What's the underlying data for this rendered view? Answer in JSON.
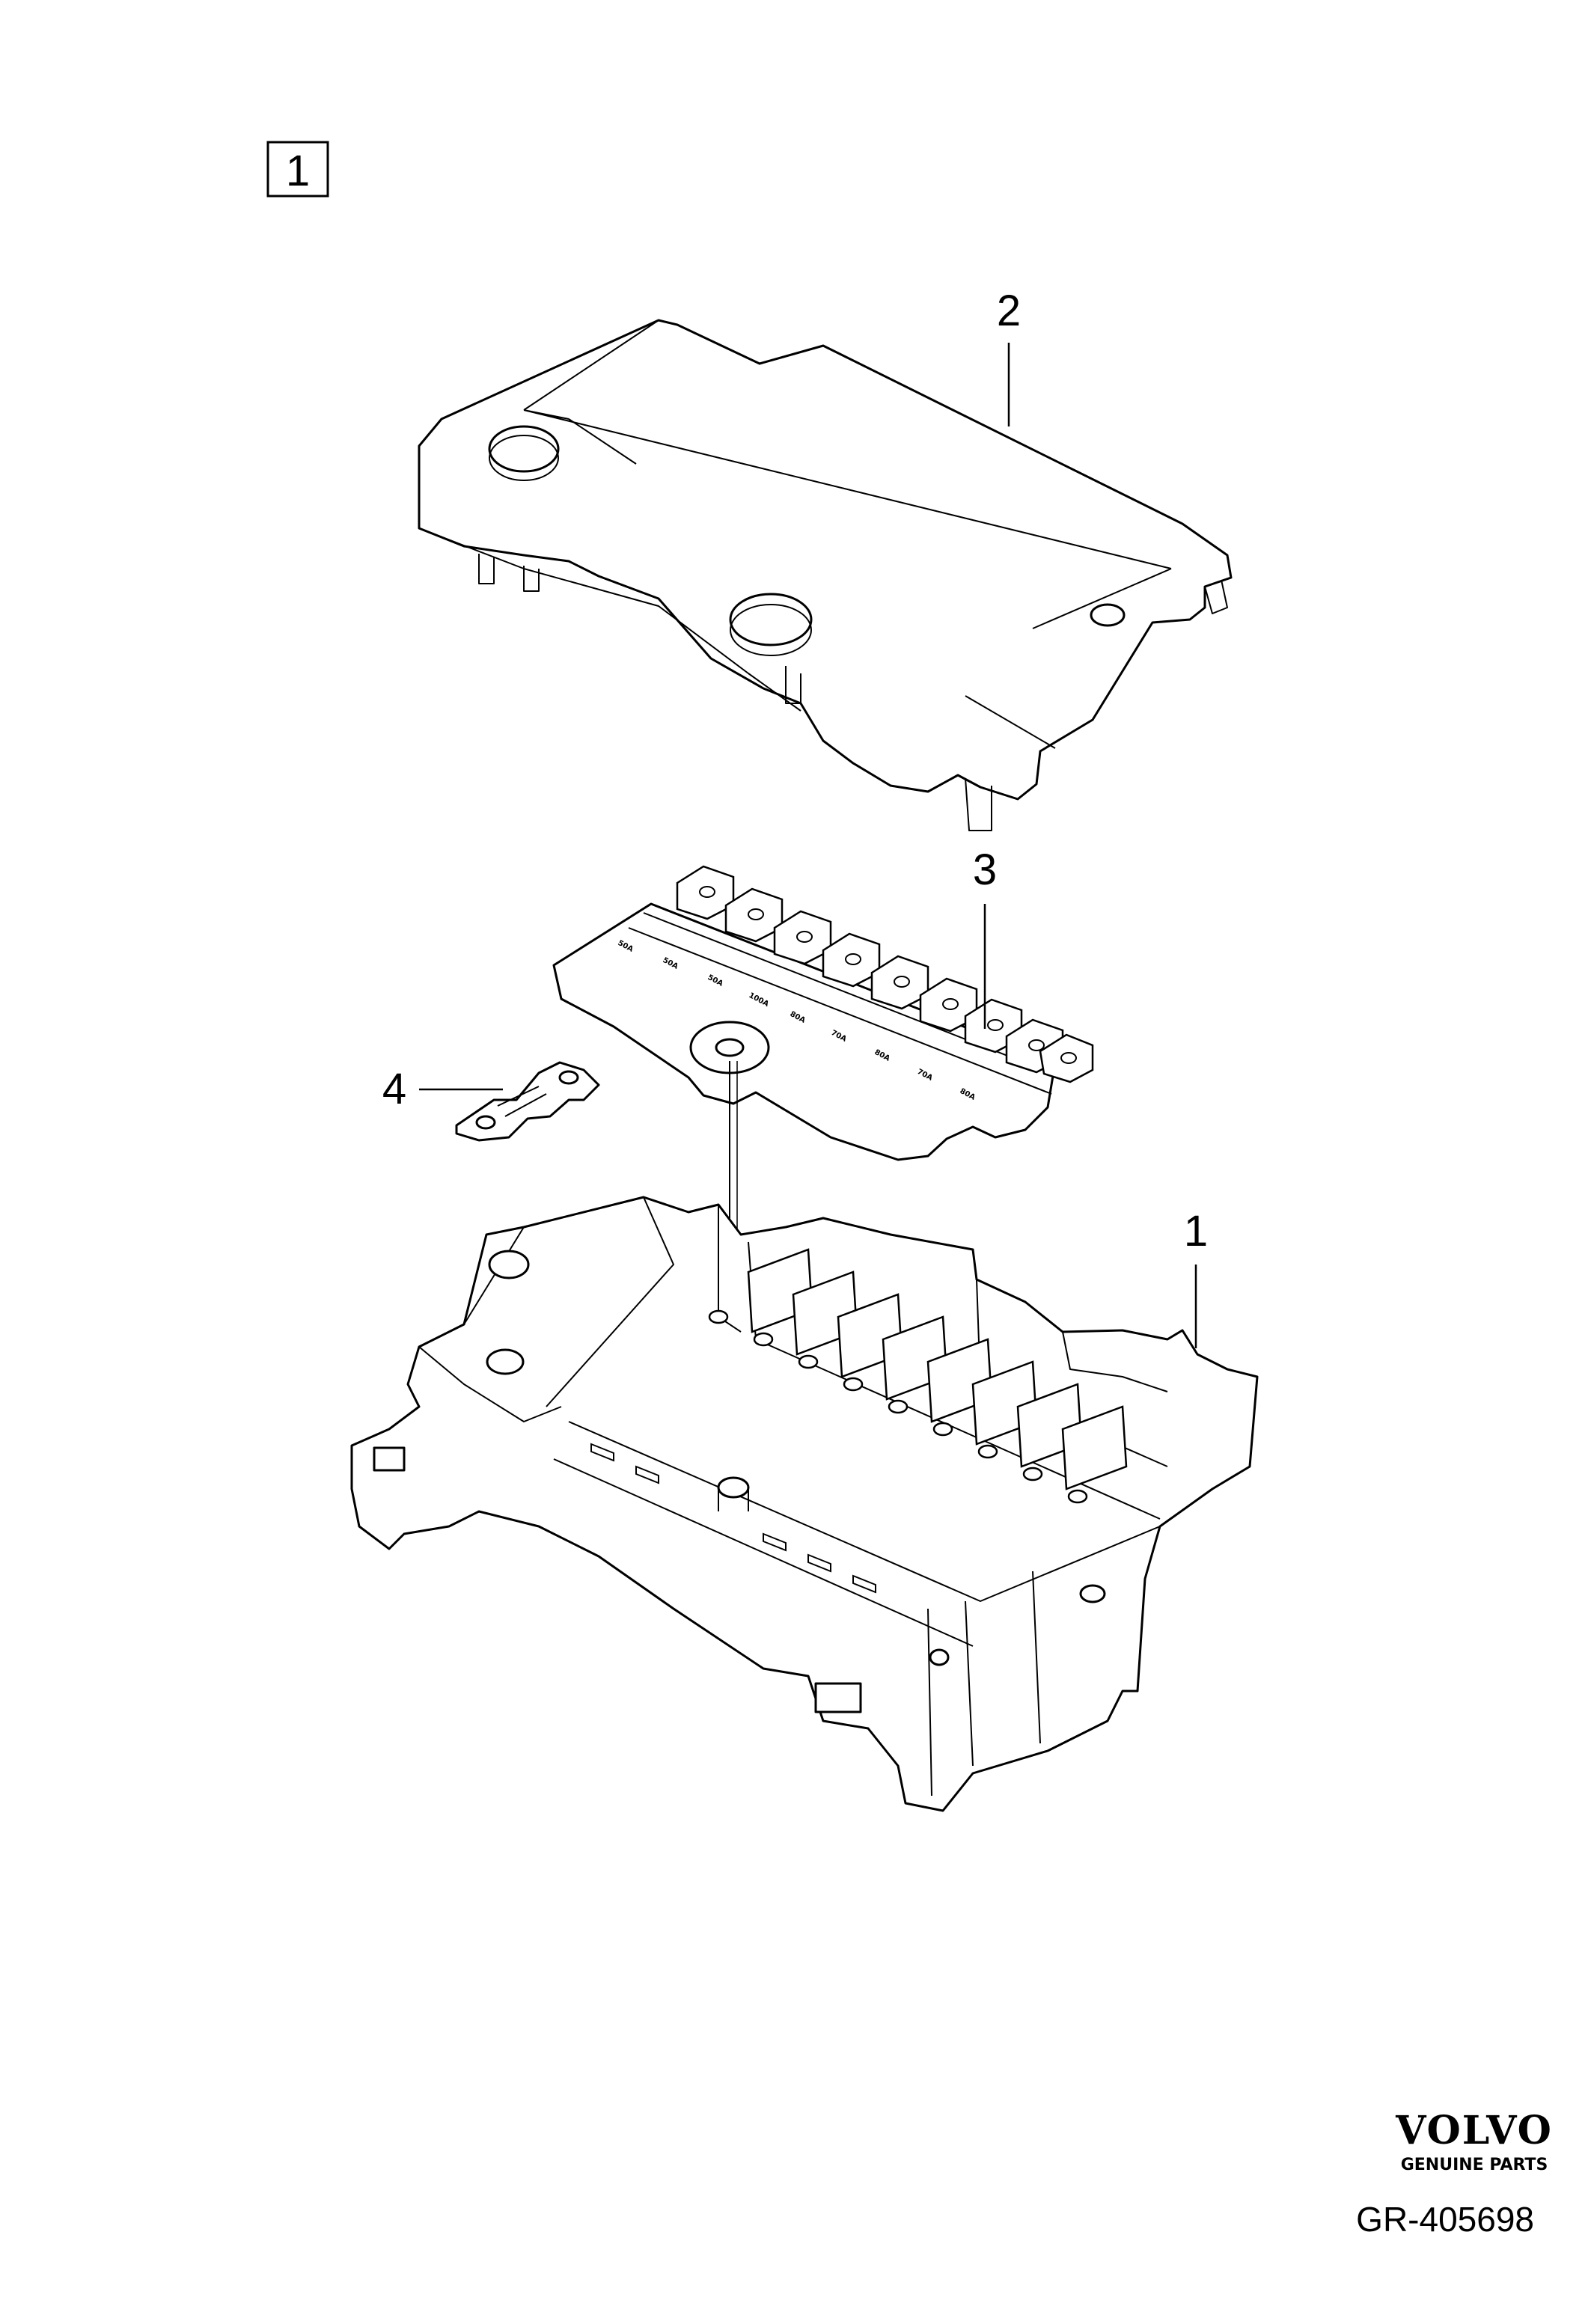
{
  "diagram": {
    "group_box_label": "1",
    "callouts": [
      {
        "id": "1",
        "text": "1"
      },
      {
        "id": "2",
        "text": "2"
      },
      {
        "id": "3",
        "text": "3"
      },
      {
        "id": "4",
        "text": "4"
      }
    ],
    "fuse_ratings": [
      "50A",
      "50A",
      "50A",
      "100A",
      "80A",
      "70A",
      "80A",
      "70A",
      "80A"
    ],
    "footer": {
      "brand": "VOLVO",
      "brand_sub": "GENUINE PARTS",
      "code": "GR-405698"
    }
  }
}
